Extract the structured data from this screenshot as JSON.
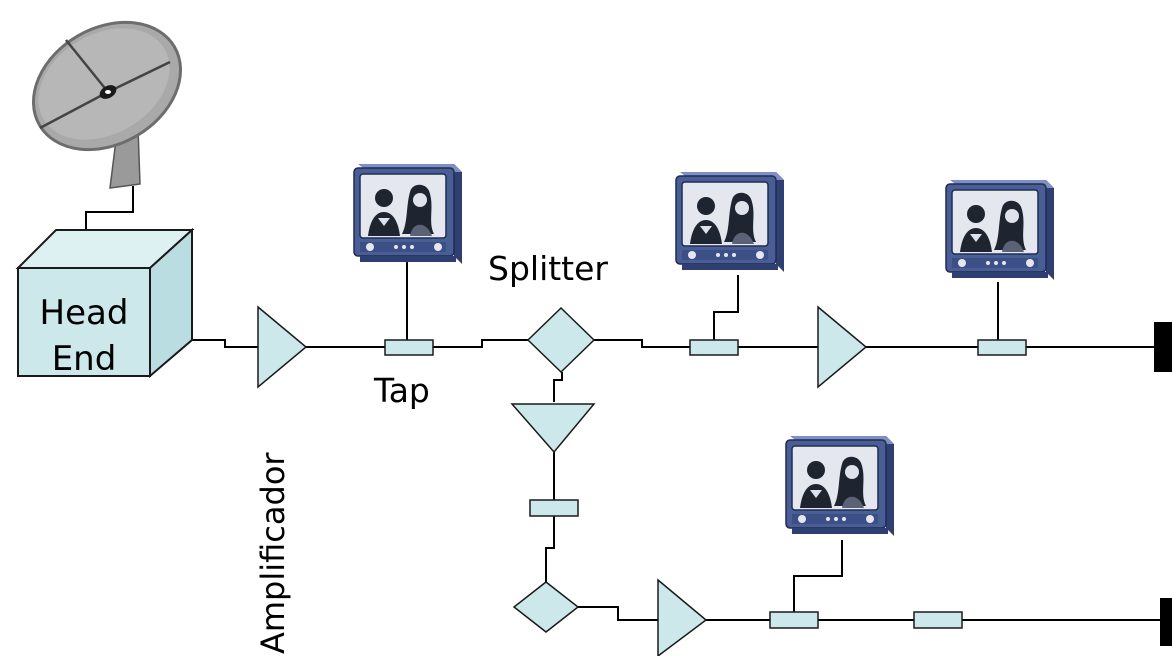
{
  "labels": {
    "head_end_line1": "Head",
    "head_end_line2": "End",
    "splitter": "Splitter",
    "tap": "Tap",
    "amplifier": "Amplificador"
  },
  "colors": {
    "component_fill": "#cce8ea",
    "component_stroke": "#1a1a1a",
    "wire": "#000000",
    "tv_body": "#4a5e96",
    "tv_side": "#2f3f72",
    "tv_top": "#6b7fb8",
    "tv_screen": "#e4e7ee"
  },
  "icons": [
    "satellite-dish-icon",
    "television-icon"
  ]
}
